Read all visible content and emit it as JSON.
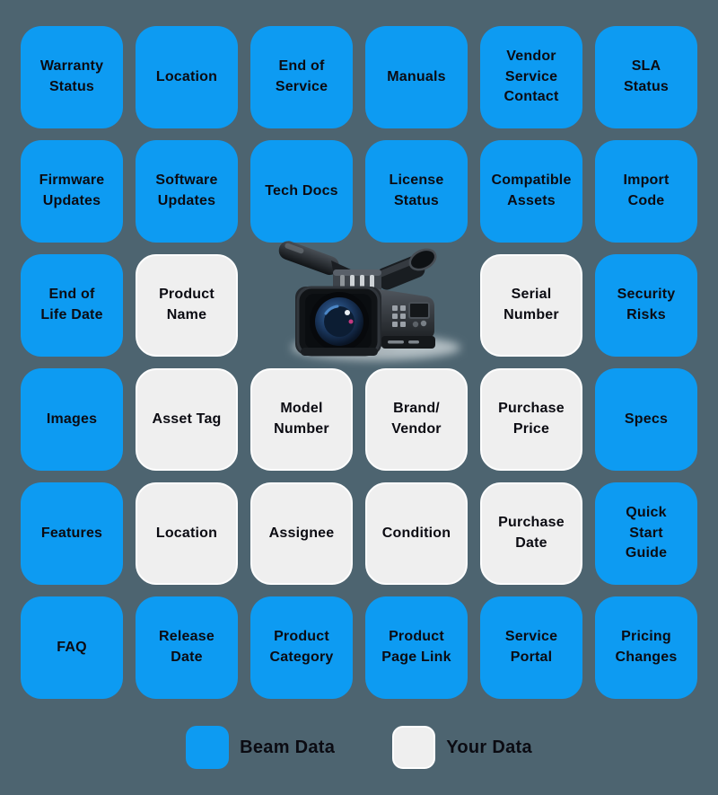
{
  "palette": {
    "background": "#4d6470",
    "beam_blue": "#0d9bf2",
    "your_gray": "#efefef",
    "text": "#0b0b12"
  },
  "grid": {
    "rows": [
      {
        "cells": [
          {
            "type": "beam",
            "label": "Warranty Status"
          },
          {
            "type": "beam",
            "label": "Location"
          },
          {
            "type": "beam",
            "label": "End of Service"
          },
          {
            "type": "beam",
            "label": "Manuals"
          },
          {
            "type": "beam",
            "label": "Vendor Service Contact"
          },
          {
            "type": "beam",
            "label": "SLA Status"
          }
        ]
      },
      {
        "cells": [
          {
            "type": "beam",
            "label": "Firmware Updates"
          },
          {
            "type": "beam",
            "label": "Software Updates"
          },
          {
            "type": "beam",
            "label": "Tech Docs"
          },
          {
            "type": "beam",
            "label": "License Status"
          },
          {
            "type": "beam",
            "label": "Compatible Assets"
          },
          {
            "type": "beam",
            "label": "Import Code"
          }
        ]
      },
      {
        "cells": [
          {
            "type": "beam",
            "label": "End of Life Date"
          },
          {
            "type": "your",
            "label": "Product Name"
          },
          {
            "type": "camera",
            "label": ""
          },
          {
            "type": "your",
            "label": "Serial Number"
          },
          {
            "type": "beam",
            "label": "Security Risks"
          }
        ]
      },
      {
        "cells": [
          {
            "type": "beam",
            "label": "Images"
          },
          {
            "type": "your",
            "label": "Asset Tag"
          },
          {
            "type": "your",
            "label": "Model Number"
          },
          {
            "type": "your",
            "label": "Brand/ Vendor"
          },
          {
            "type": "your",
            "label": "Purchase Price"
          },
          {
            "type": "beam",
            "label": "Specs"
          }
        ]
      },
      {
        "cells": [
          {
            "type": "beam",
            "label": "Features"
          },
          {
            "type": "your",
            "label": "Location"
          },
          {
            "type": "your",
            "label": "Assignee"
          },
          {
            "type": "your",
            "label": "Condition"
          },
          {
            "type": "your",
            "label": "Purchase Date"
          },
          {
            "type": "beam",
            "label": "Quick Start Guide"
          }
        ]
      },
      {
        "cells": [
          {
            "type": "beam",
            "label": "FAQ"
          },
          {
            "type": "beam",
            "label": "Release Date"
          },
          {
            "type": "beam",
            "label": "Product Category"
          },
          {
            "type": "beam",
            "label": "Product Page Link"
          },
          {
            "type": "beam",
            "label": "Service Portal"
          },
          {
            "type": "beam",
            "label": "Pricing Changes"
          }
        ]
      }
    ]
  },
  "legend": {
    "items": [
      {
        "type": "beam",
        "label": "Beam Data"
      },
      {
        "type": "your",
        "label": "Your Data"
      }
    ]
  },
  "illustration": {
    "name": "video-camera"
  }
}
